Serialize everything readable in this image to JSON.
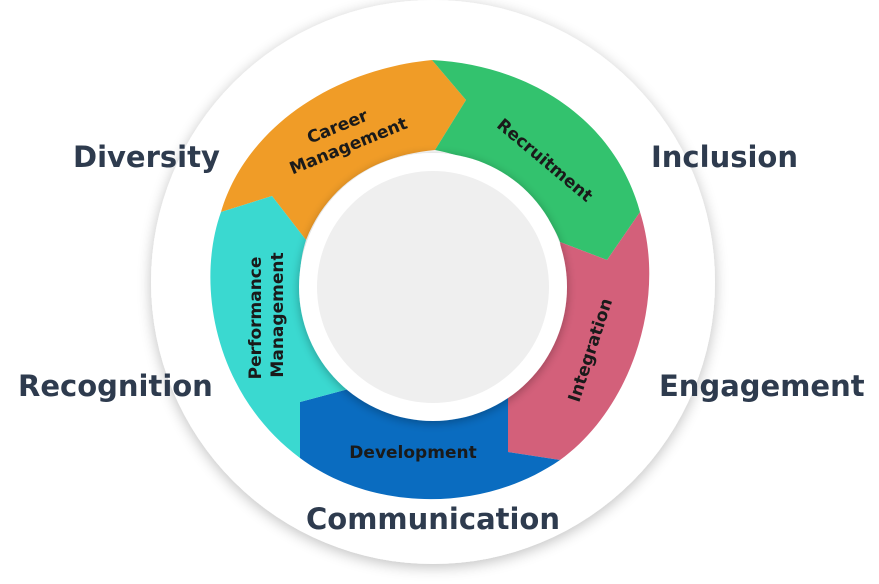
{
  "outer_words": {
    "diversity": "Diversity",
    "inclusion": "Inclusion",
    "recognition": "Recognition",
    "engagement": "Engagement",
    "communication": "Communication"
  },
  "segments": {
    "career": {
      "line1": "Career",
      "line2": "Management",
      "color": "#f09c27"
    },
    "recruitment": {
      "line1": "Recruitment",
      "color": "#33c26e"
    },
    "integration": {
      "line1": "Integration",
      "color": "#d3607a"
    },
    "development": {
      "line1": "Development",
      "color": "#0a6cc0"
    },
    "performance": {
      "line1": "Performance",
      "line2": "Management",
      "color": "#3ad9d0"
    }
  },
  "colors": {
    "outer_ring": "#ffffff",
    "center": "#efefef",
    "text": "#2e3b4e"
  }
}
